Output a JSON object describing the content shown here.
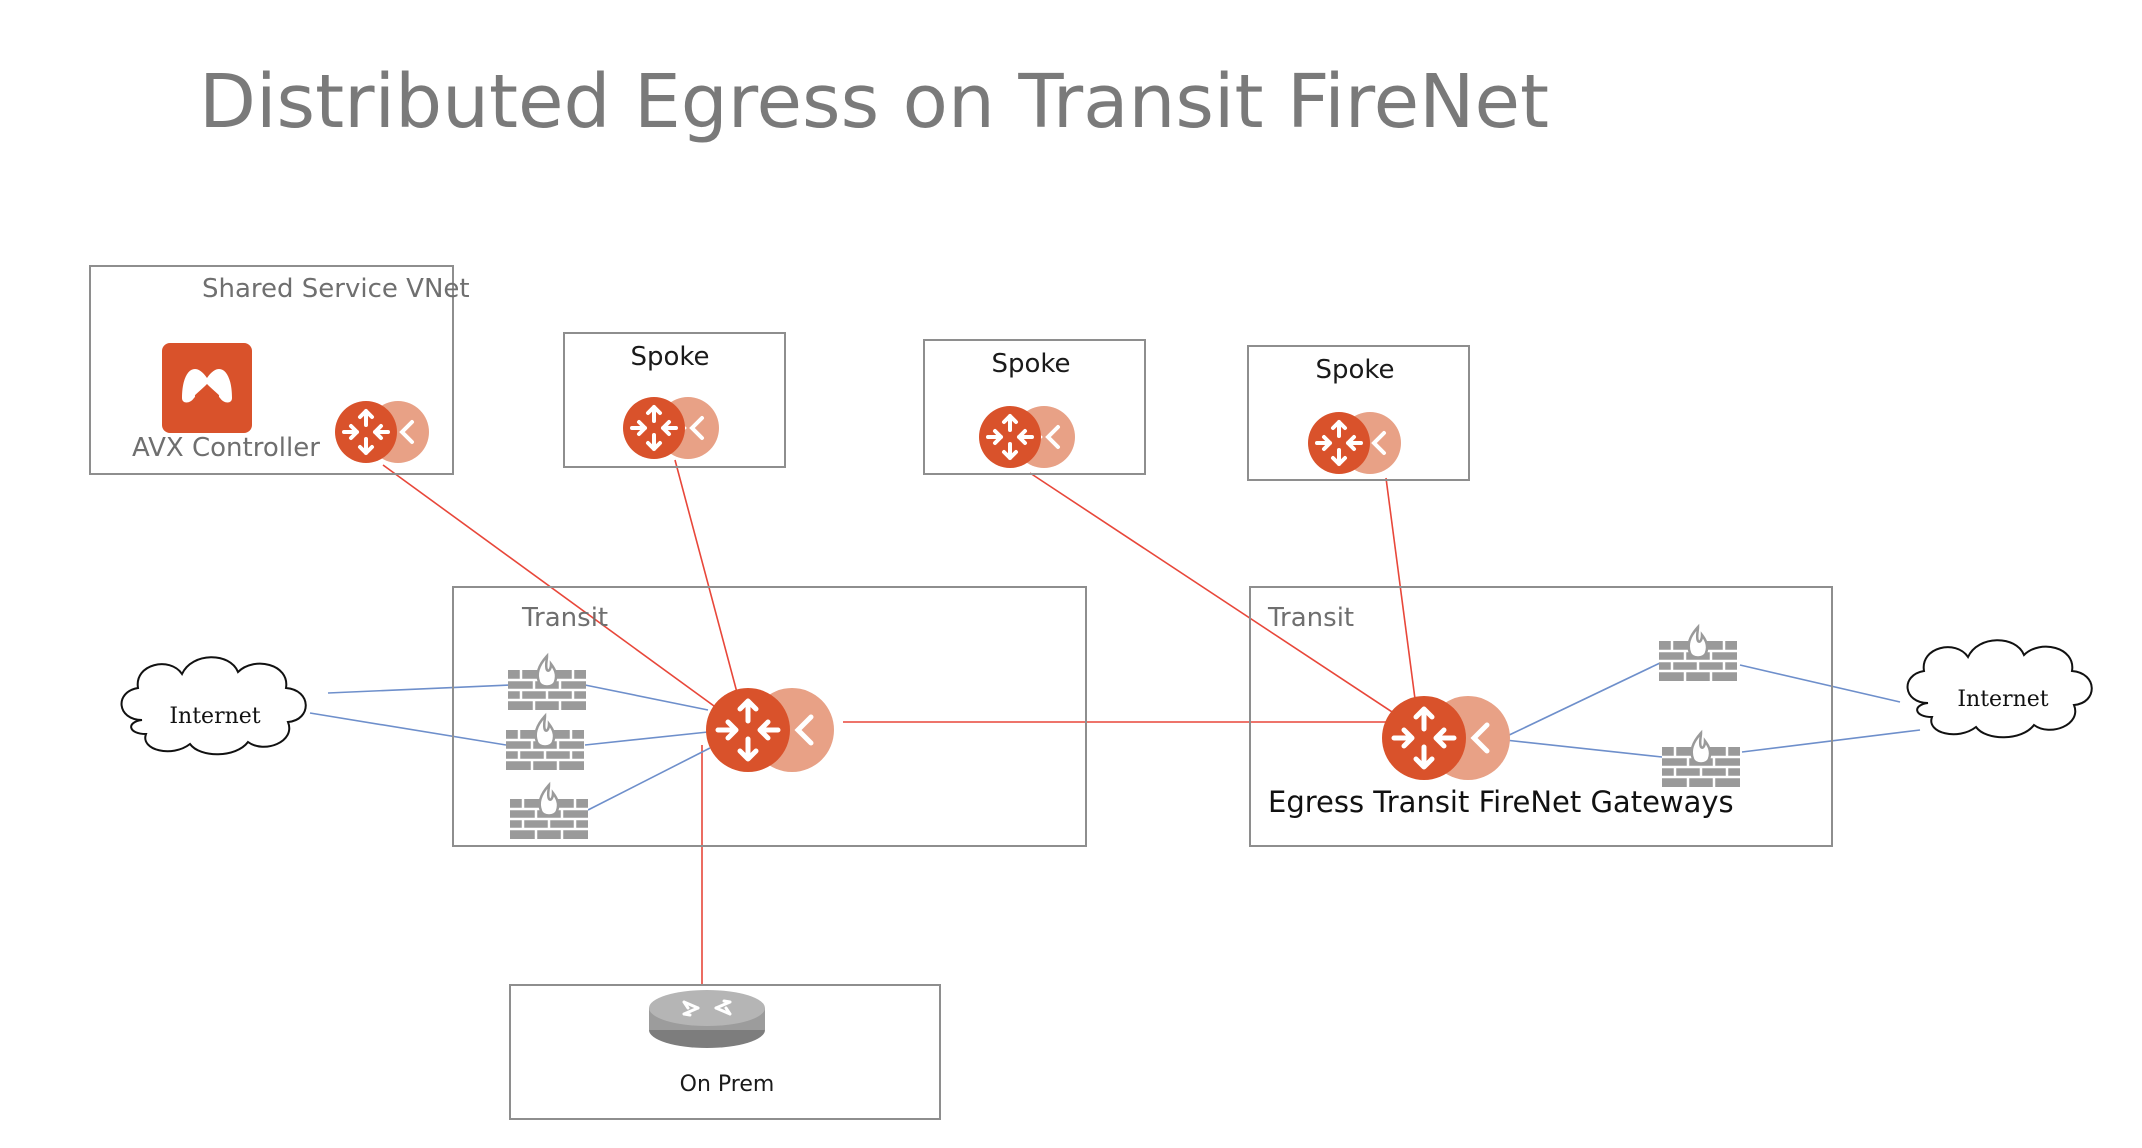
{
  "title": "Distributed Egress on Transit FireNet",
  "colors": {
    "accent": "#d9522b",
    "accent_light": "#e8a186",
    "link_red": "#e8473a",
    "link_blue": "#6e8fcb",
    "box_border": "#8e8e8e",
    "firewall": "#9a9a9a"
  },
  "boxes": {
    "shared_service": {
      "label": "Shared Service VNet",
      "controller_label": "AVX Controller"
    },
    "spoke_1": {
      "label": "Spoke"
    },
    "spoke_2": {
      "label": "Spoke"
    },
    "spoke_3": {
      "label": "Spoke"
    },
    "transit_left": {
      "label": "Transit"
    },
    "transit_right": {
      "label": "Transit",
      "gateway_label": "Egress Transit FireNet Gateways"
    },
    "on_prem": {
      "label": "On Prem"
    }
  },
  "clouds": {
    "left": {
      "label": "Internet"
    },
    "right": {
      "label": "Internet"
    }
  },
  "icons": {
    "gateway": "gateway-icon",
    "firewall": "firewall-icon",
    "cloud": "cloud-icon",
    "router": "router-icon",
    "controller": "avx-controller-icon"
  }
}
